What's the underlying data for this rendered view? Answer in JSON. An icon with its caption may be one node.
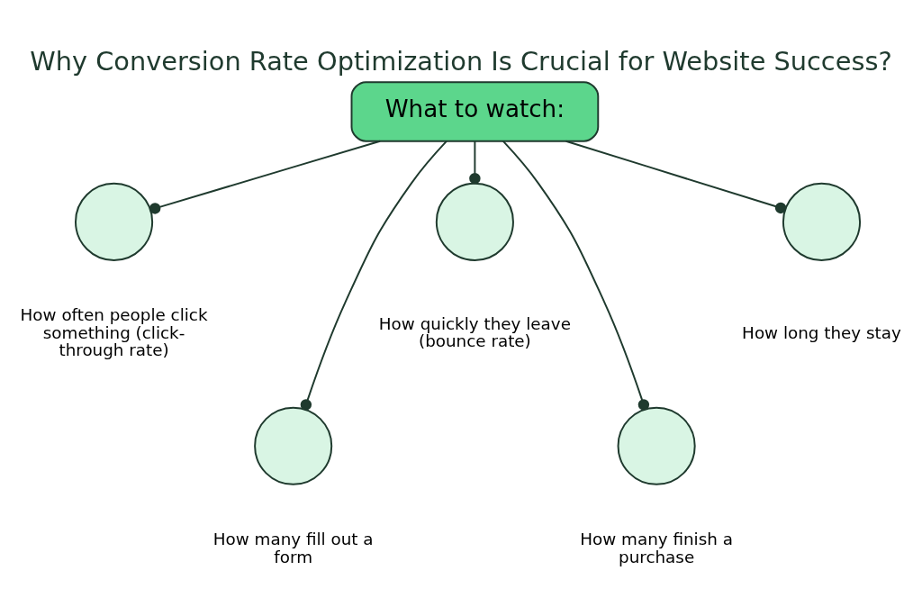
{
  "diagram": {
    "title": "Why Conversion Rate Optimization Is Crucial for Website Success?",
    "nodes": [
      {
        "text": [
          "What to watch:"
        ]
      },
      {
        "text": [],
        "shape": "circle",
        "beside": [
          "How often people click something (click-through rate)"
        ]
      },
      {
        "text": [],
        "shape": "circle",
        "beside": [
          "How many fill out a form"
        ]
      },
      {
        "text": [],
        "shape": "circle",
        "beside": [
          "How quickly they leave (bounce rate)"
        ]
      },
      {
        "text": [],
        "shape": "circle",
        "beside": [
          "How many finish a purchase"
        ]
      },
      {
        "text": [],
        "shape": "circle",
        "beside": [
          "How long they stay"
        ]
      }
    ],
    "edges": [
      {
        "from": 0,
        "to": 1,
        "arrow": "other"
      },
      {
        "from": 0,
        "to": 2,
        "arrow": "other"
      },
      {
        "from": 0,
        "to": 3,
        "arrow": "other"
      },
      {
        "from": 0,
        "to": 4,
        "arrow": "other"
      },
      {
        "from": 0,
        "to": 5,
        "arrow": "other"
      }
    ]
  }
}
